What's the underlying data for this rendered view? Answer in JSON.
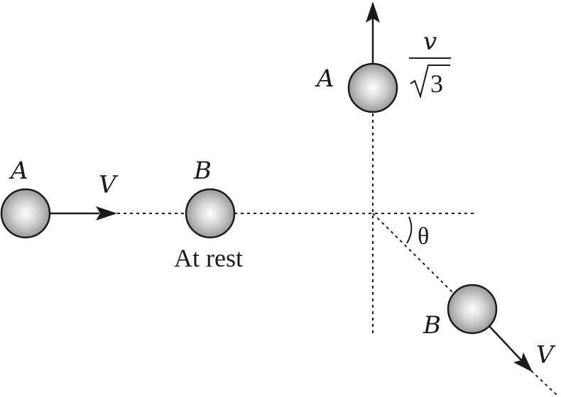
{
  "labels": {
    "ball_a_initial": "A",
    "ball_b_initial": "B",
    "velocity_initial": "V",
    "at_rest": "At rest",
    "ball_a_final": "A",
    "velocity_a_numerator": "v",
    "velocity_a_radicand": "3",
    "angle_symbol": "θ",
    "ball_b_final": "B",
    "velocity_b_final": "V"
  },
  "colors": {
    "ink": "#1a1a1a",
    "ball_highlight": "#ffffff",
    "ball_shade": "#8f8f8f"
  }
}
